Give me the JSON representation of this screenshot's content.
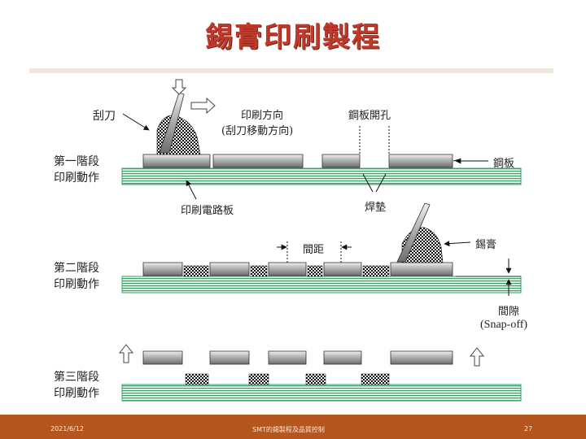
{
  "title": "錫膏印刷製程",
  "labels": {
    "squeegee": "刮刀",
    "print_direction": "印刷方向",
    "print_direction_sub": "(刮刀移動方向)",
    "stencil_aperture": "鋼板開孔",
    "stencil": "鋼板",
    "pcb": "印刷電路板",
    "pad": "焊墊",
    "pitch": "間距",
    "solder_paste": "錫膏",
    "gap": "間隙",
    "snap_off": "(Snap-off)",
    "stage1_line1": "第一階段",
    "stage1_line2": "印刷動作",
    "stage2_line1": "第二階段",
    "stage2_line2": "印刷動作",
    "stage3_line1": "第三階段",
    "stage3_line2": "印刷動作"
  },
  "footer": {
    "date": "2021/6/12",
    "center": "SMT的錫製程及品質控制",
    "page": "27"
  },
  "colors": {
    "title": "#c0392b",
    "footer_bg": "#b5561e",
    "pcb_stripe": "#4caf7a",
    "stencil": "#7a7a7a"
  }
}
